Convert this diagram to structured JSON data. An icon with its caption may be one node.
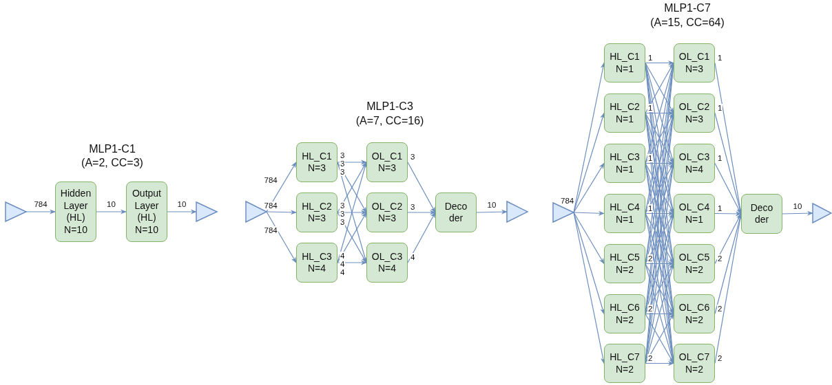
{
  "diagram": {
    "nodes": [
      {
        "text": [],
        "shape": "triangle"
      },
      {
        "text": [
          "Hidden Layer (HL) N=10"
        ]
      },
      {
        "text": [
          "Output Layer (HL) N=10"
        ]
      },
      {
        "text": [],
        "shape": "triangle"
      },
      {
        "text": [],
        "shape": "triangle"
      },
      {
        "text": [
          "HL_C1 N=3"
        ]
      },
      {
        "text": [
          "HL_C2 N=3"
        ]
      },
      {
        "text": [
          "HL_C3 N=4"
        ]
      },
      {
        "text": [
          "OL_C1 N=3"
        ]
      },
      {
        "text": [
          "OL_C2 N=3"
        ]
      },
      {
        "text": [
          "OL_C3 N=4"
        ]
      },
      {
        "text": [
          "Deco der"
        ]
      },
      {
        "text": [],
        "shape": "triangle"
      },
      {
        "text": [],
        "shape": "triangle"
      },
      {
        "text": [
          "HL_C1 N=1"
        ]
      },
      {
        "text": [
          "HL_C2 N=1"
        ]
      },
      {
        "text": [
          "HL_C3 N=1"
        ]
      },
      {
        "text": [
          "HL_C4 N=1"
        ]
      },
      {
        "text": [
          "HL_C5 N=2"
        ]
      },
      {
        "text": [
          "HL_C6 N=2"
        ]
      },
      {
        "text": [
          "HL_C7 N=2"
        ]
      },
      {
        "text": [
          "OL_C1 N=3"
        ]
      },
      {
        "text": [
          "OL_C2 N=3"
        ]
      },
      {
        "text": [
          "OL_C3 N=4"
        ]
      },
      {
        "text": [
          "OL_C4 N=1"
        ]
      },
      {
        "text": [
          "OL_C5 N=2"
        ]
      },
      {
        "text": [
          "OL_C6 N=2"
        ]
      },
      {
        "text": [
          "OL_C7 N=2"
        ]
      },
      {
        "text": [
          "Deco der"
        ]
      },
      {
        "text": [],
        "shape": "triangle"
      }
    ],
    "edges": [
      {
        "from": 0,
        "to": 1,
        "arrow": "to",
        "label": "784"
      },
      {
        "from": 1,
        "to": 2,
        "arrow": "to",
        "label": "10"
      },
      {
        "from": 2,
        "to": 3,
        "arrow": "to",
        "label": "10"
      },
      {
        "from": 4,
        "to": 5,
        "arrow": "to",
        "label": "784"
      },
      {
        "from": 4,
        "to": 6,
        "arrow": "to",
        "label": "784"
      },
      {
        "from": 4,
        "to": 7,
        "arrow": "to",
        "label": "784"
      },
      {
        "from": 5,
        "to": 8,
        "arrow": "to",
        "label": "3"
      },
      {
        "from": 5,
        "to": 9,
        "arrow": "to",
        "label": "3"
      },
      {
        "from": 5,
        "to": 10,
        "arrow": "to",
        "label": "3"
      },
      {
        "from": 6,
        "to": 8,
        "arrow": "to",
        "label": "3"
      },
      {
        "from": 6,
        "to": 9,
        "arrow": "to",
        "label": "3"
      },
      {
        "from": 6,
        "to": 10,
        "arrow": "to",
        "label": "3"
      },
      {
        "from": 7,
        "to": 8,
        "arrow": "to",
        "label": "4"
      },
      {
        "from": 7,
        "to": 9,
        "arrow": "to",
        "label": "4"
      },
      {
        "from": 7,
        "to": 10,
        "arrow": "to",
        "label": "4"
      },
      {
        "from": 8,
        "to": 11,
        "arrow": "to",
        "label": "3"
      },
      {
        "from": 9,
        "to": 11,
        "arrow": "to",
        "label": "3"
      },
      {
        "from": 10,
        "to": 11,
        "arrow": "to",
        "label": "4"
      },
      {
        "from": 11,
        "to": 12,
        "arrow": "to",
        "label": "10"
      },
      {
        "from": 13,
        "to": 14,
        "arrow": "to"
      },
      {
        "from": 13,
        "to": 15,
        "arrow": "to"
      },
      {
        "from": 13,
        "to": 16,
        "arrow": "to"
      },
      {
        "from": 13,
        "to": 17,
        "arrow": "to",
        "label": "784"
      },
      {
        "from": 13,
        "to": 18,
        "arrow": "to"
      },
      {
        "from": 13,
        "to": 19,
        "arrow": "to"
      },
      {
        "from": 13,
        "to": 20,
        "arrow": "to"
      },
      {
        "from": 14,
        "to": 21,
        "arrow": "to",
        "label": "1"
      },
      {
        "from": 14,
        "to": 22,
        "arrow": "to"
      },
      {
        "from": 14,
        "to": 23,
        "arrow": "to"
      },
      {
        "from": 14,
        "to": 24,
        "arrow": "to"
      },
      {
        "from": 14,
        "to": 25,
        "arrow": "to"
      },
      {
        "from": 14,
        "to": 26,
        "arrow": "to"
      },
      {
        "from": 14,
        "to": 27,
        "arrow": "to"
      },
      {
        "from": 15,
        "to": 21,
        "arrow": "to"
      },
      {
        "from": 15,
        "to": 22,
        "arrow": "to",
        "label": "1"
      },
      {
        "from": 15,
        "to": 23,
        "arrow": "to"
      },
      {
        "from": 15,
        "to": 24,
        "arrow": "to"
      },
      {
        "from": 15,
        "to": 25,
        "arrow": "to"
      },
      {
        "from": 15,
        "to": 26,
        "arrow": "to"
      },
      {
        "from": 15,
        "to": 27,
        "arrow": "to"
      },
      {
        "from": 16,
        "to": 21,
        "arrow": "to"
      },
      {
        "from": 16,
        "to": 22,
        "arrow": "to"
      },
      {
        "from": 16,
        "to": 23,
        "arrow": "to",
        "label": "1"
      },
      {
        "from": 16,
        "to": 24,
        "arrow": "to"
      },
      {
        "from": 16,
        "to": 25,
        "arrow": "to"
      },
      {
        "from": 16,
        "to": 26,
        "arrow": "to"
      },
      {
        "from": 16,
        "to": 27,
        "arrow": "to"
      },
      {
        "from": 17,
        "to": 21,
        "arrow": "to"
      },
      {
        "from": 17,
        "to": 22,
        "arrow": "to"
      },
      {
        "from": 17,
        "to": 23,
        "arrow": "to"
      },
      {
        "from": 17,
        "to": 24,
        "arrow": "to",
        "label": "1"
      },
      {
        "from": 17,
        "to": 25,
        "arrow": "to"
      },
      {
        "from": 17,
        "to": 26,
        "arrow": "to"
      },
      {
        "from": 17,
        "to": 27,
        "arrow": "to"
      },
      {
        "from": 18,
        "to": 21,
        "arrow": "to"
      },
      {
        "from": 18,
        "to": 22,
        "arrow": "to"
      },
      {
        "from": 18,
        "to": 23,
        "arrow": "to"
      },
      {
        "from": 18,
        "to": 24,
        "arrow": "to"
      },
      {
        "from": 18,
        "to": 25,
        "arrow": "to",
        "label": "2"
      },
      {
        "from": 18,
        "to": 26,
        "arrow": "to"
      },
      {
        "from": 18,
        "to": 27,
        "arrow": "to"
      },
      {
        "from": 19,
        "to": 21,
        "arrow": "to"
      },
      {
        "from": 19,
        "to": 22,
        "arrow": "to"
      },
      {
        "from": 19,
        "to": 23,
        "arrow": "to"
      },
      {
        "from": 19,
        "to": 24,
        "arrow": "to"
      },
      {
        "from": 19,
        "to": 25,
        "arrow": "to"
      },
      {
        "from": 19,
        "to": 26,
        "arrow": "to",
        "label": "2"
      },
      {
        "from": 19,
        "to": 27,
        "arrow": "to"
      },
      {
        "from": 20,
        "to": 21,
        "arrow": "to"
      },
      {
        "from": 20,
        "to": 22,
        "arrow": "to"
      },
      {
        "from": 20,
        "to": 23,
        "arrow": "to"
      },
      {
        "from": 20,
        "to": 24,
        "arrow": "to"
      },
      {
        "from": 20,
        "to": 25,
        "arrow": "to"
      },
      {
        "from": 20,
        "to": 26,
        "arrow": "to"
      },
      {
        "from": 20,
        "to": 27,
        "arrow": "to",
        "label": "2"
      },
      {
        "from": 21,
        "to": 28,
        "arrow": "to",
        "label": "1"
      },
      {
        "from": 22,
        "to": 28,
        "arrow": "to",
        "label": "1"
      },
      {
        "from": 23,
        "to": 28,
        "arrow": "to",
        "label": "1"
      },
      {
        "from": 24,
        "to": 28,
        "arrow": "to",
        "label": "1"
      },
      {
        "from": 25,
        "to": 28,
        "arrow": "to",
        "label": "2"
      },
      {
        "from": 26,
        "to": 28,
        "arrow": "to",
        "label": "2"
      },
      {
        "from": 27,
        "to": 28,
        "arrow": "to",
        "label": "2"
      },
      {
        "from": 28,
        "to": 29,
        "arrow": "to",
        "label": "10"
      }
    ],
    "labels": [
      "MLP1-C1",
      "(A=2, CC=3)",
      "MLP1-C3",
      "(A=7, CC=16)",
      "MLP1-C7",
      "(A=15, CC=64)"
    ]
  }
}
